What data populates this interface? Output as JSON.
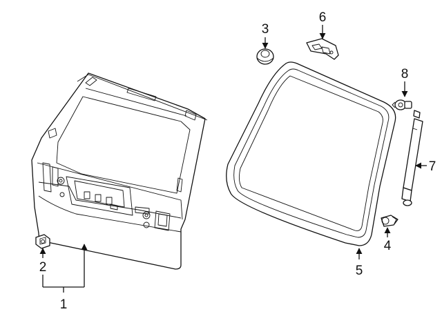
{
  "diagram": {
    "callouts": [
      {
        "id": "callout-1",
        "label": "1"
      },
      {
        "id": "callout-2",
        "label": "2"
      },
      {
        "id": "callout-3",
        "label": "3"
      },
      {
        "id": "callout-4",
        "label": "4"
      },
      {
        "id": "callout-5",
        "label": "5"
      },
      {
        "id": "callout-6",
        "label": "6"
      },
      {
        "id": "callout-7",
        "label": "7"
      },
      {
        "id": "callout-8",
        "label": "8"
      }
    ],
    "colors": {
      "line": "#111111",
      "background": "#ffffff"
    }
  }
}
